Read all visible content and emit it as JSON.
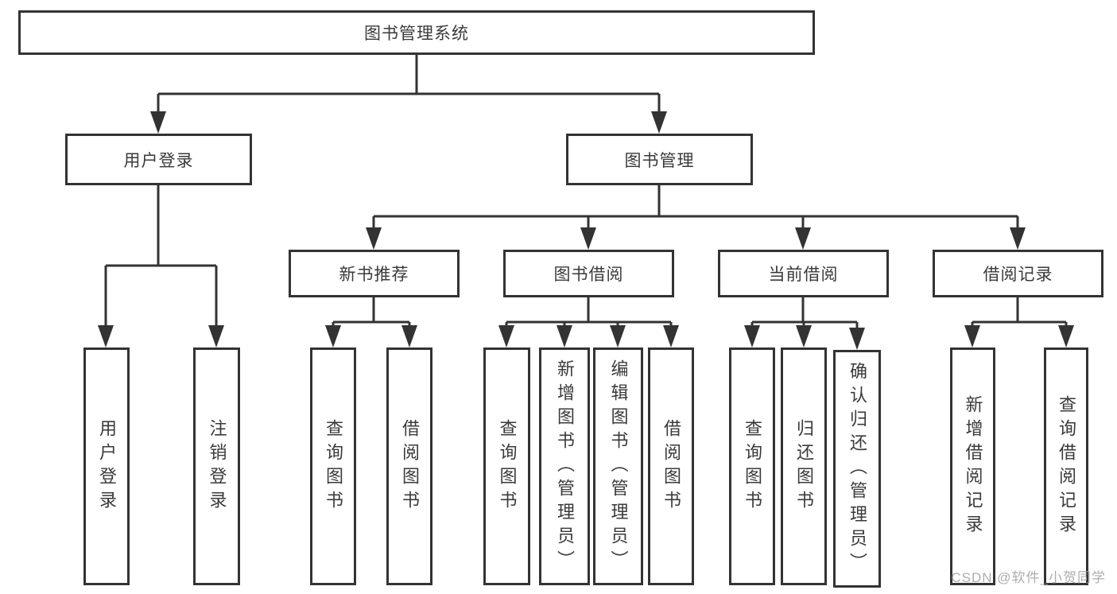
{
  "diagram": {
    "tree": {
      "label": "图书管理系统",
      "children": [
        {
          "label": "用户登录",
          "children": [
            {
              "label": "用户登录"
            },
            {
              "label": "注销登录"
            }
          ]
        },
        {
          "label": "图书管理",
          "children": [
            {
              "label": "新书推荐",
              "children": [
                {
                  "label": "查询图书"
                },
                {
                  "label": "借阅图书"
                }
              ]
            },
            {
              "label": "图书借阅",
              "children": [
                {
                  "label": "查询图书"
                },
                {
                  "label": "新增图书（管理员）"
                },
                {
                  "label": "编辑图书（管理员）"
                },
                {
                  "label": "借阅图书"
                }
              ]
            },
            {
              "label": "当前借阅",
              "children": [
                {
                  "label": "查询图书"
                },
                {
                  "label": "归还图书"
                },
                {
                  "label": "确认归还（管理员）"
                }
              ]
            },
            {
              "label": "借阅记录",
              "children": [
                {
                  "label": "新增借阅记录"
                },
                {
                  "label": "查询借阅记录"
                }
              ]
            }
          ]
        }
      ]
    },
    "colors": {
      "line": "#333333",
      "text": "#3a3a3a",
      "background": "#ffffff",
      "watermark": "#a49c9c"
    },
    "watermark": "CSDN @软件_小贺同学"
  }
}
